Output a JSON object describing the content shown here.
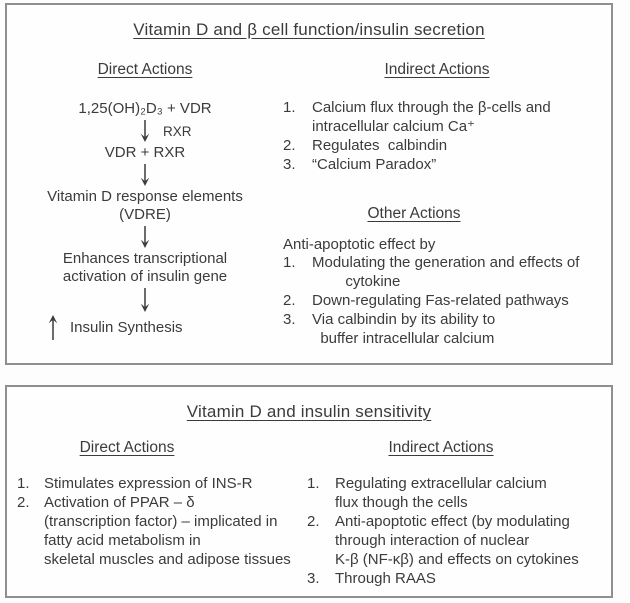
{
  "panel_secretion": {
    "title": "Vitamin D and β cell function/insulin secretion",
    "direct": {
      "heading": "Direct Actions",
      "step1": "1,25(OH)₂D₃ + VDR",
      "rxr_label": "RXR",
      "step2": "VDR + RXR",
      "step3": "Vitamin D response elements\n(VDRE)",
      "step4": "Enhances transcriptional\nactivation of insulin gene",
      "step5": "Insulin Synthesis"
    },
    "indirect": {
      "heading": "Indirect Actions",
      "items": [
        {
          "num": "1.",
          "text": "Calcium flux through the β-cells and\nintracellular calcium Ca⁺"
        },
        {
          "num": "2.",
          "text": "Regulates  calbindin"
        },
        {
          "num": "3.",
          "text": "“Calcium Paradox”"
        }
      ]
    },
    "other": {
      "heading": "Other Actions",
      "intro": "Anti-apoptotic effect by",
      "items": [
        {
          "num": "1.",
          "text": "Modulating the generation and effects of\n        cytokine"
        },
        {
          "num": "2.",
          "text": "Down-regulating Fas-related pathways"
        },
        {
          "num": "3.",
          "text": "Via calbindin by its ability to\n  buffer intracellular calcium"
        }
      ]
    }
  },
  "panel_sensitivity": {
    "title": "Vitamin D and insulin sensitivity",
    "direct": {
      "heading": "Direct Actions",
      "items": [
        {
          "num": "1.",
          "text": "Stimulates expression of INS-R"
        },
        {
          "num": "2.",
          "text": "Activation of PPAR – δ\n(transcription factor) – implicated in\nfatty acid metabolism in\nskeletal muscles and adipose tissues"
        }
      ]
    },
    "indirect": {
      "heading": "Indirect Actions",
      "items": [
        {
          "num": "1.",
          "text": "Regulating extracellular calcium\nflux though the cells"
        },
        {
          "num": "2.",
          "text": "Anti-apoptotic effect (by modulating\nthrough interaction of nuclear\nK-β (NF-κβ) and effects on cytokines"
        },
        {
          "num": "3.",
          "text": "Through RAAS"
        }
      ]
    }
  }
}
